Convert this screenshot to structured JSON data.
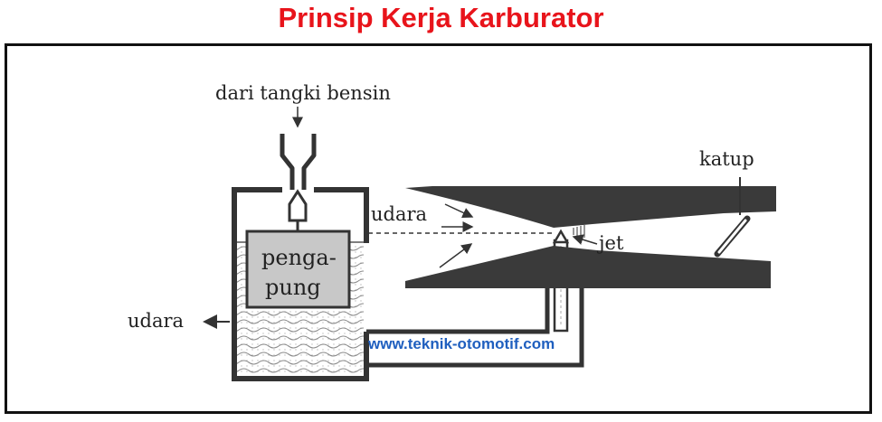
{
  "title": "Prinsip Kerja Karburator",
  "labels": {
    "fuel_inlet": "dari tangki bensin",
    "valve": "katup",
    "air_inlet": "udara",
    "jet": "jet",
    "float_line1": "penga-",
    "float_line2": "pung",
    "air_vent": "udara"
  },
  "watermark": "www.teknik-otomotif.com",
  "colors": {
    "title": "#e8141b",
    "venturi": "#3a3a3a",
    "float": "#c8c8c8",
    "url": "#1f5fbf"
  }
}
